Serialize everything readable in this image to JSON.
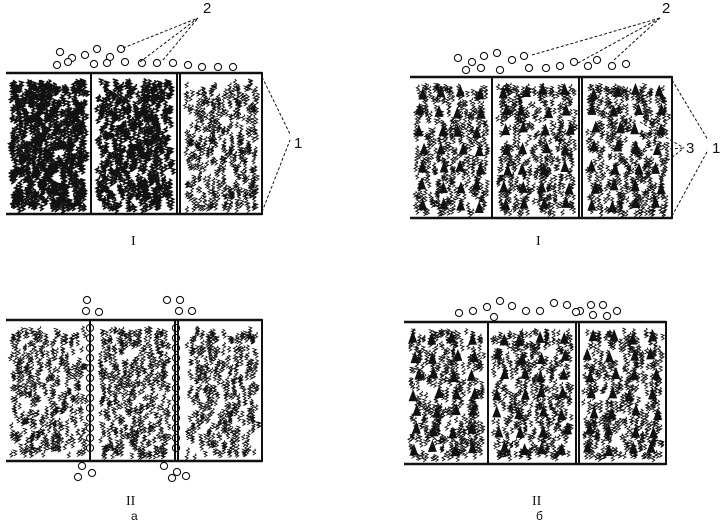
{
  "labels": {
    "callout_2_top_left": "2",
    "callout_2_top_right": "2",
    "callout_1_left": "1",
    "callout_1_right": "1",
    "callout_3": "3",
    "roman_a_I": "I",
    "roman_a_II": "II",
    "roman_b_I": "I",
    "roman_b_II": "II",
    "sub_a": "а",
    "sub_b": "б"
  },
  "colors": {
    "ink": "#111111",
    "paper": "#ffffff"
  }
}
